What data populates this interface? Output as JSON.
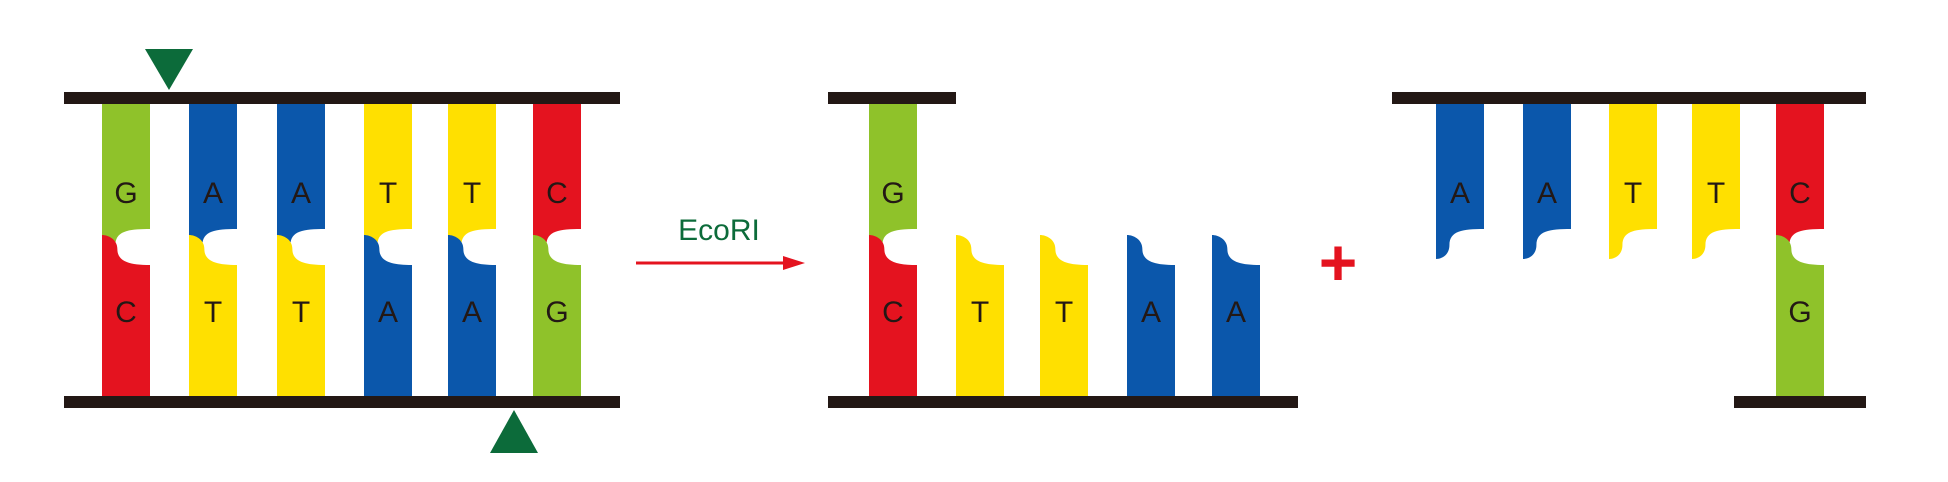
{
  "colors": {
    "G": "#8fc22a",
    "A": "#0b57ab",
    "T": "#ffe000",
    "C": "#e4131f",
    "backbone": "#231815",
    "cut_marker": "#0c6b3a",
    "enzyme_label": "#0c6b3a",
    "arrow": "#e4131f",
    "plus": "#e4131f",
    "letter": "#231815"
  },
  "original": {
    "top_strand": [
      "G",
      "A",
      "A",
      "T",
      "T",
      "C"
    ],
    "bottom_strand": [
      "C",
      "T",
      "T",
      "A",
      "A",
      "G"
    ]
  },
  "reaction": {
    "enzyme": "EcoRI",
    "plus": "+"
  },
  "fragment_left": {
    "top_strand": [
      "G"
    ],
    "bottom_strand": [
      "C",
      "T",
      "T",
      "A",
      "A"
    ]
  },
  "fragment_right": {
    "top_strand": [
      "A",
      "A",
      "T",
      "T",
      "C"
    ],
    "bottom_strand": [
      "G"
    ]
  }
}
